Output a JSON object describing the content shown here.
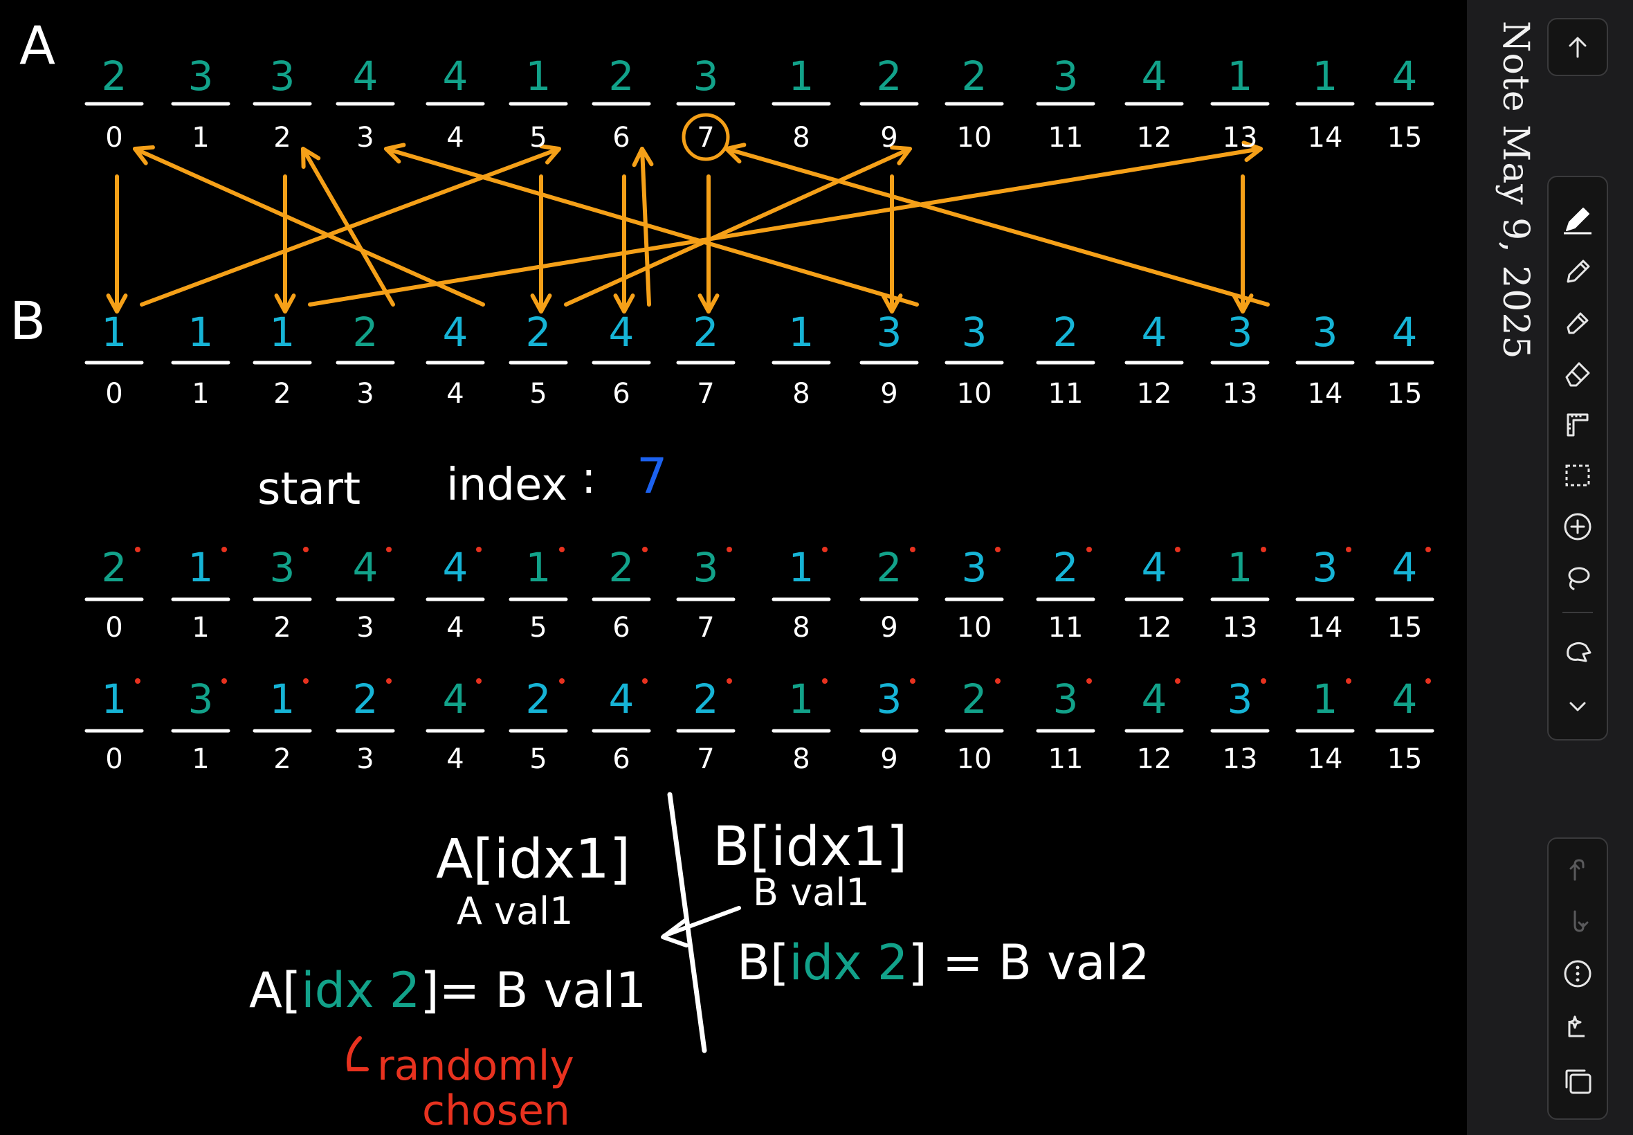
{
  "note": {
    "title": "Note May 9, 2025"
  },
  "labels": {
    "a": "A",
    "b": "B",
    "start": "start",
    "index": "index",
    "colon": ":",
    "start_value": "7"
  },
  "rows": {
    "a": {
      "values": [
        "2",
        "3",
        "3",
        "4",
        "4",
        "1",
        "2",
        "3",
        "1",
        "2",
        "2",
        "3",
        "4",
        "1",
        "1",
        "4"
      ],
      "indices": [
        "0",
        "1",
        "2",
        "3",
        "4",
        "5",
        "6",
        "7",
        "8",
        "9",
        "10",
        "11",
        "12",
        "13",
        "14",
        "15"
      ]
    },
    "b": {
      "values": [
        "1",
        "1",
        "1",
        "2",
        "4",
        "2",
        "4",
        "2",
        "1",
        "3",
        "3",
        "2",
        "4",
        "3",
        "3",
        "4"
      ],
      "indices": [
        "0",
        "1",
        "2",
        "3",
        "4",
        "5",
        "6",
        "7",
        "8",
        "9",
        "10",
        "11",
        "12",
        "13",
        "14",
        "15"
      ]
    },
    "c": {
      "values": [
        "2",
        "1",
        "3",
        "4",
        "4",
        "1",
        "2",
        "3",
        "1",
        "2",
        "3",
        "2",
        "4",
        "1",
        "3",
        "4"
      ],
      "indices": [
        "0",
        "1",
        "2",
        "3",
        "4",
        "5",
        "6",
        "7",
        "8",
        "9",
        "10",
        "11",
        "12",
        "13",
        "14",
        "15"
      ]
    },
    "d": {
      "values": [
        "1",
        "3",
        "1",
        "2",
        "4",
        "2",
        "4",
        "2",
        "1",
        "3",
        "2",
        "3",
        "4",
        "3",
        "1",
        "4"
      ],
      "indices": [
        "0",
        "1",
        "2",
        "3",
        "4",
        "5",
        "6",
        "7",
        "8",
        "9",
        "10",
        "11",
        "12",
        "13",
        "14",
        "15"
      ]
    }
  },
  "formulas": {
    "a_idx1": "A[idx1]",
    "a_val1": "A val1",
    "b_idx1": "B[idx1]",
    "b_val1": "B val1",
    "a_idx2_pre": "A[",
    "a_idx2_var": "idx 2",
    "a_idx2_post": "]= B val1",
    "b_idx2_pre": "B[",
    "b_idx2_var": "idx 2",
    "b_idx2_post": "] = B val2",
    "randomly": "randomly",
    "chosen": "chosen"
  },
  "toolbar": {
    "top": [
      "arrow-up-icon"
    ],
    "tools": [
      "pen-icon",
      "pencil-icon",
      "marker-icon",
      "eraser-icon",
      "ruler-icon",
      "lasso-select-icon",
      "add-icon",
      "lasso-icon",
      "finger-draw-icon",
      "chevron-down-icon"
    ],
    "bottom": [
      "undo-icon",
      "redo-icon",
      "more-icon",
      "ai-sparkle-icon",
      "pages-icon"
    ]
  },
  "colors": {
    "background": "#000000",
    "ink": "#ffffff",
    "teal": "#12a28a",
    "cyan": "#16b4d6",
    "orange": "#f5a018",
    "blue": "#1c62f0",
    "red": "#e8321f",
    "rail": "#1c1c1e"
  },
  "row_value_colors": {
    "a": [
      "teal",
      "teal",
      "teal",
      "teal",
      "teal",
      "teal",
      "teal",
      "teal",
      "teal",
      "teal",
      "teal",
      "teal",
      "teal",
      "teal",
      "teal",
      "teal"
    ],
    "b": [
      "cyan",
      "cyan",
      "cyan",
      "teal",
      "cyan",
      "cyan",
      "cyan",
      "cyan",
      "cyan",
      "cyan",
      "cyan",
      "cyan",
      "cyan",
      "cyan",
      "cyan",
      "cyan"
    ],
    "c": [
      "teal",
      "cyan",
      "teal",
      "teal",
      "cyan",
      "teal",
      "teal",
      "teal",
      "cyan",
      "teal",
      "cyan",
      "cyan",
      "cyan",
      "teal",
      "cyan",
      "cyan"
    ],
    "d": [
      "cyan",
      "teal",
      "cyan",
      "cyan",
      "teal",
      "cyan",
      "cyan",
      "cyan",
      "teal",
      "cyan",
      "teal",
      "teal",
      "teal",
      "cyan",
      "teal",
      "teal"
    ]
  },
  "arrows_a_to_b": [
    [
      0,
      0
    ],
    [
      2,
      2
    ],
    [
      5,
      5
    ],
    [
      6,
      6
    ],
    [
      7,
      7
    ],
    [
      9,
      9
    ],
    [
      13,
      13
    ]
  ],
  "arrows_b_to_a": [
    [
      0,
      5
    ],
    [
      3,
      2
    ],
    [
      9,
      3
    ],
    [
      13,
      7
    ],
    [
      4,
      0
    ],
    [
      5,
      9
    ],
    [
      2,
      13
    ],
    [
      6,
      6
    ]
  ]
}
